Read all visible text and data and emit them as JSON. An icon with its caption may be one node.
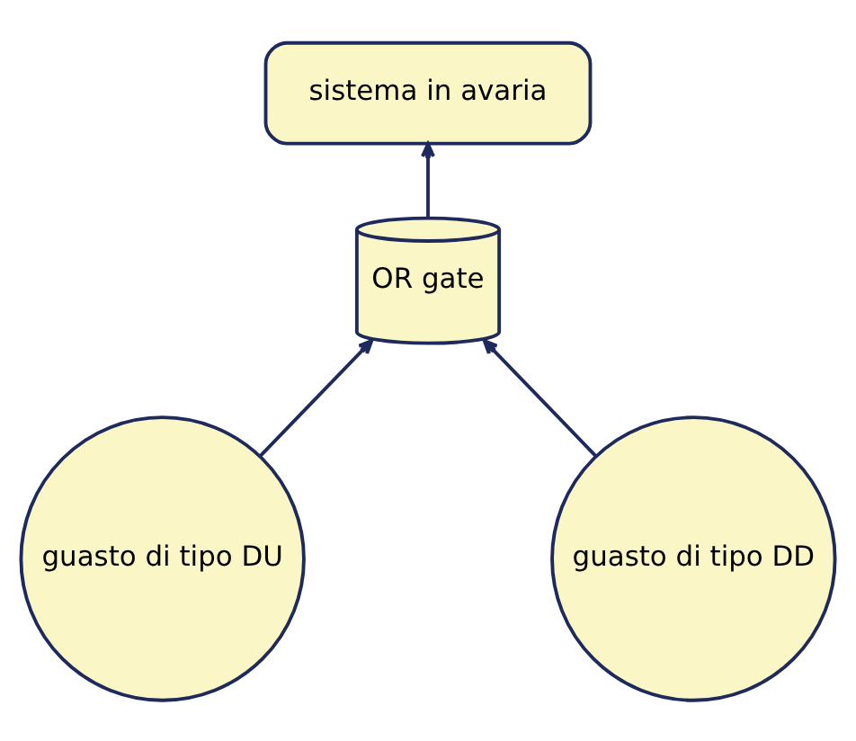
{
  "diagram": {
    "nodes": [
      {
        "text": [
          "sistema in avaria"
        ]
      },
      {
        "text": [
          "OR gate"
        ]
      },
      {
        "text": [
          "guasto di tipo DU"
        ]
      },
      {
        "text": [
          "guasto di tipo DD"
        ]
      }
    ],
    "edges": [
      {
        "from": 1,
        "to": 0,
        "arrow": "to"
      },
      {
        "from": 2,
        "to": 1,
        "arrow": "to"
      },
      {
        "from": 3,
        "to": 1,
        "arrow": "to"
      }
    ]
  }
}
